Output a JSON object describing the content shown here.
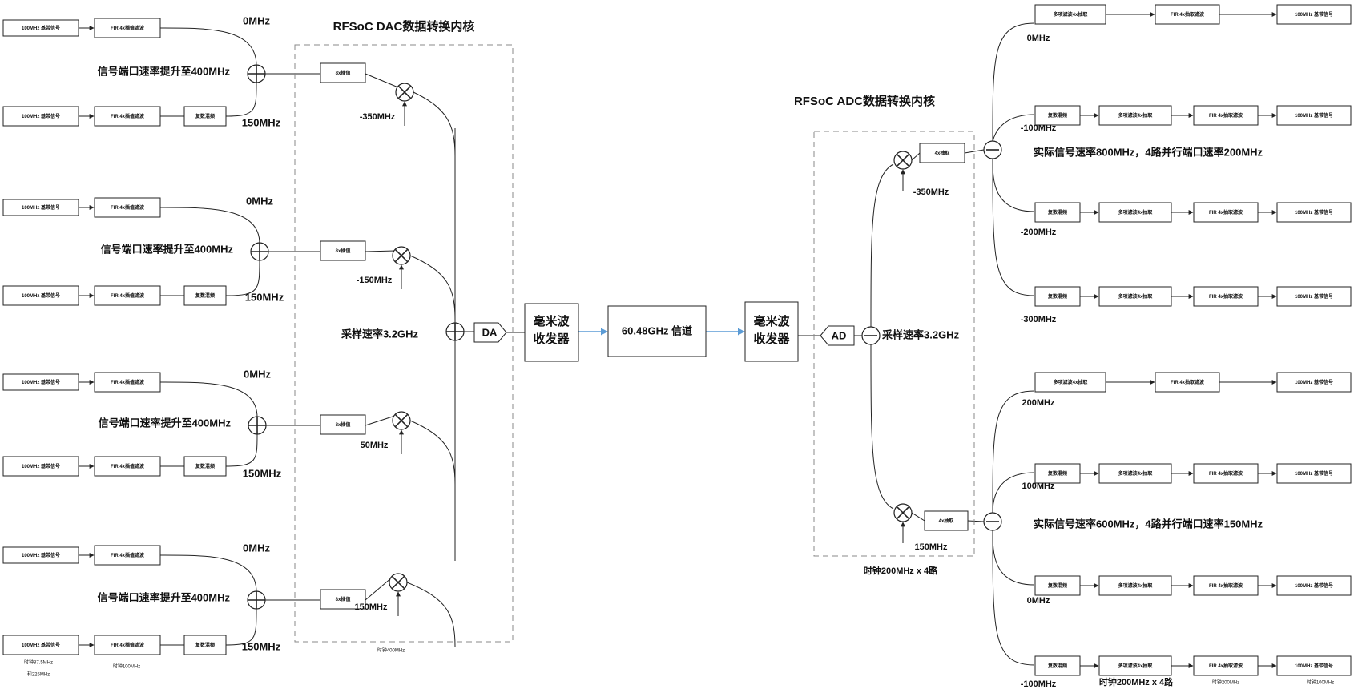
{
  "dac": {
    "title": "RFSoC DAC数据转换内核",
    "source_label": "100MHz 基带信号",
    "fir_label": "FIR 4x插值滤波",
    "delay_label": "复数混频",
    "upsample_label": "8x插值",
    "rate_label": "信号端口速率提升至400MHz",
    "freq_top": "0MHz",
    "freq_bottom": "150MHz",
    "mixer_freqs": [
      "-350MHz",
      "-150MHz",
      "50MHz",
      "150MHz"
    ],
    "sample_rate": "采样速率3.2GHz",
    "da_label": "DA",
    "clock_left_1": "时钟87.5MHz",
    "clock_left_2": "和225MHz",
    "clock_fir": "时钟100MHz",
    "clock_dac": "时钟400MHz"
  },
  "channel": {
    "tx_label_1": "毫米波",
    "tx_label_2": "收发器",
    "link_label": "60.48GHz 信道",
    "rx_label_1": "毫米波",
    "rx_label_2": "收发器"
  },
  "adc": {
    "title": "RFSoC ADC数据转换内核",
    "ad_label": "AD",
    "sample_rate": "采样速率3.2GHz",
    "decim_label": "4x抽取",
    "mixer_freqs": [
      "-350MHz",
      "150MHz"
    ],
    "clock_label": "时钟200MHz x 4路",
    "polyphase_label": "多项滤波4x抽取",
    "fir_label": "FIR 4x抽取滤波",
    "baseband_label": "100MHz 基带信号",
    "delay_label": "复数混频",
    "summary_upper": "实际信号速率800MHz，4路并行端口速率200MHz",
    "summary_lower": "实际信号速率600MHz，4路并行端口速率150MHz",
    "upper_freqs": [
      "0MHz",
      "-100MHz",
      "-200MHz",
      "-300MHz"
    ],
    "lower_freqs": [
      "200MHz",
      "100MHz",
      "0MHz",
      "-100MHz"
    ],
    "clock_bottom": "时钟200MHz x 4路",
    "clock_fir": "时钟200MHz",
    "clock_out": "时钟100MHz"
  }
}
